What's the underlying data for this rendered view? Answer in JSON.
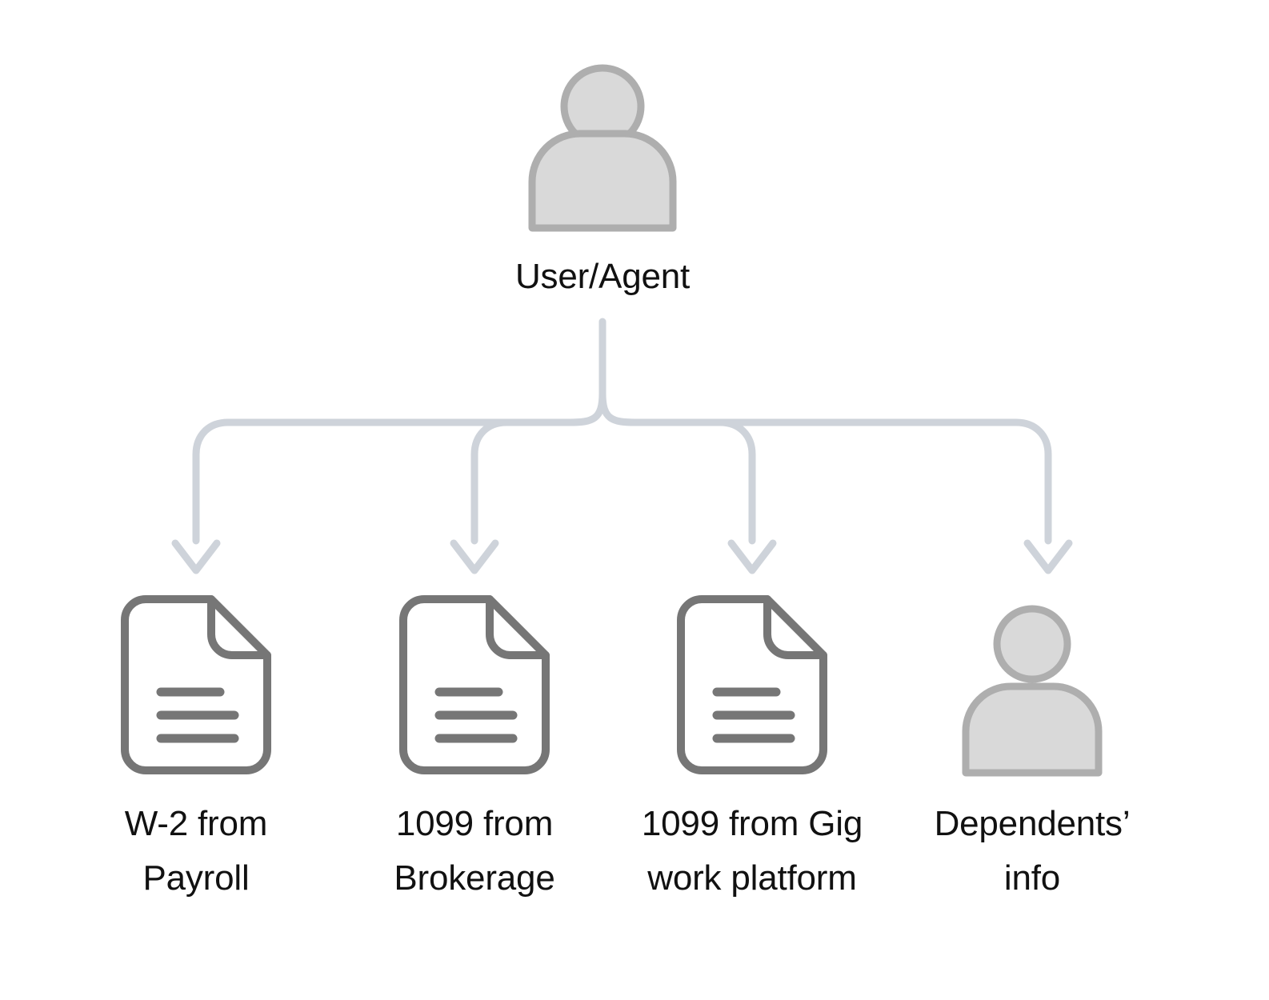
{
  "diagram": {
    "title": "User/Agent tax document sources",
    "background_color": "#ffffff",
    "colors": {
      "person_fill": "#d6d6d6",
      "person_stroke": "#aaaaaa",
      "document_stroke": "#767676",
      "connector": "#ced3da",
      "label_text": "#111111"
    },
    "root": {
      "icon": "person-icon",
      "label": "User/Agent"
    },
    "connector": {
      "style": "orthogonal-rounded",
      "arrowhead": "chevron",
      "branch_count": 4
    },
    "leaves": [
      {
        "id": "w2-payroll",
        "icon": "document-icon",
        "label": "W-2 from\nPayroll"
      },
      {
        "id": "1099-brokerage",
        "icon": "document-icon",
        "label": "1099 from\nBrokerage"
      },
      {
        "id": "1099-gig",
        "icon": "document-icon",
        "label": "1099 from Gig\nwork platform"
      },
      {
        "id": "dependents-info",
        "icon": "person-icon",
        "label": "Dependents’\ninfo"
      }
    ]
  }
}
